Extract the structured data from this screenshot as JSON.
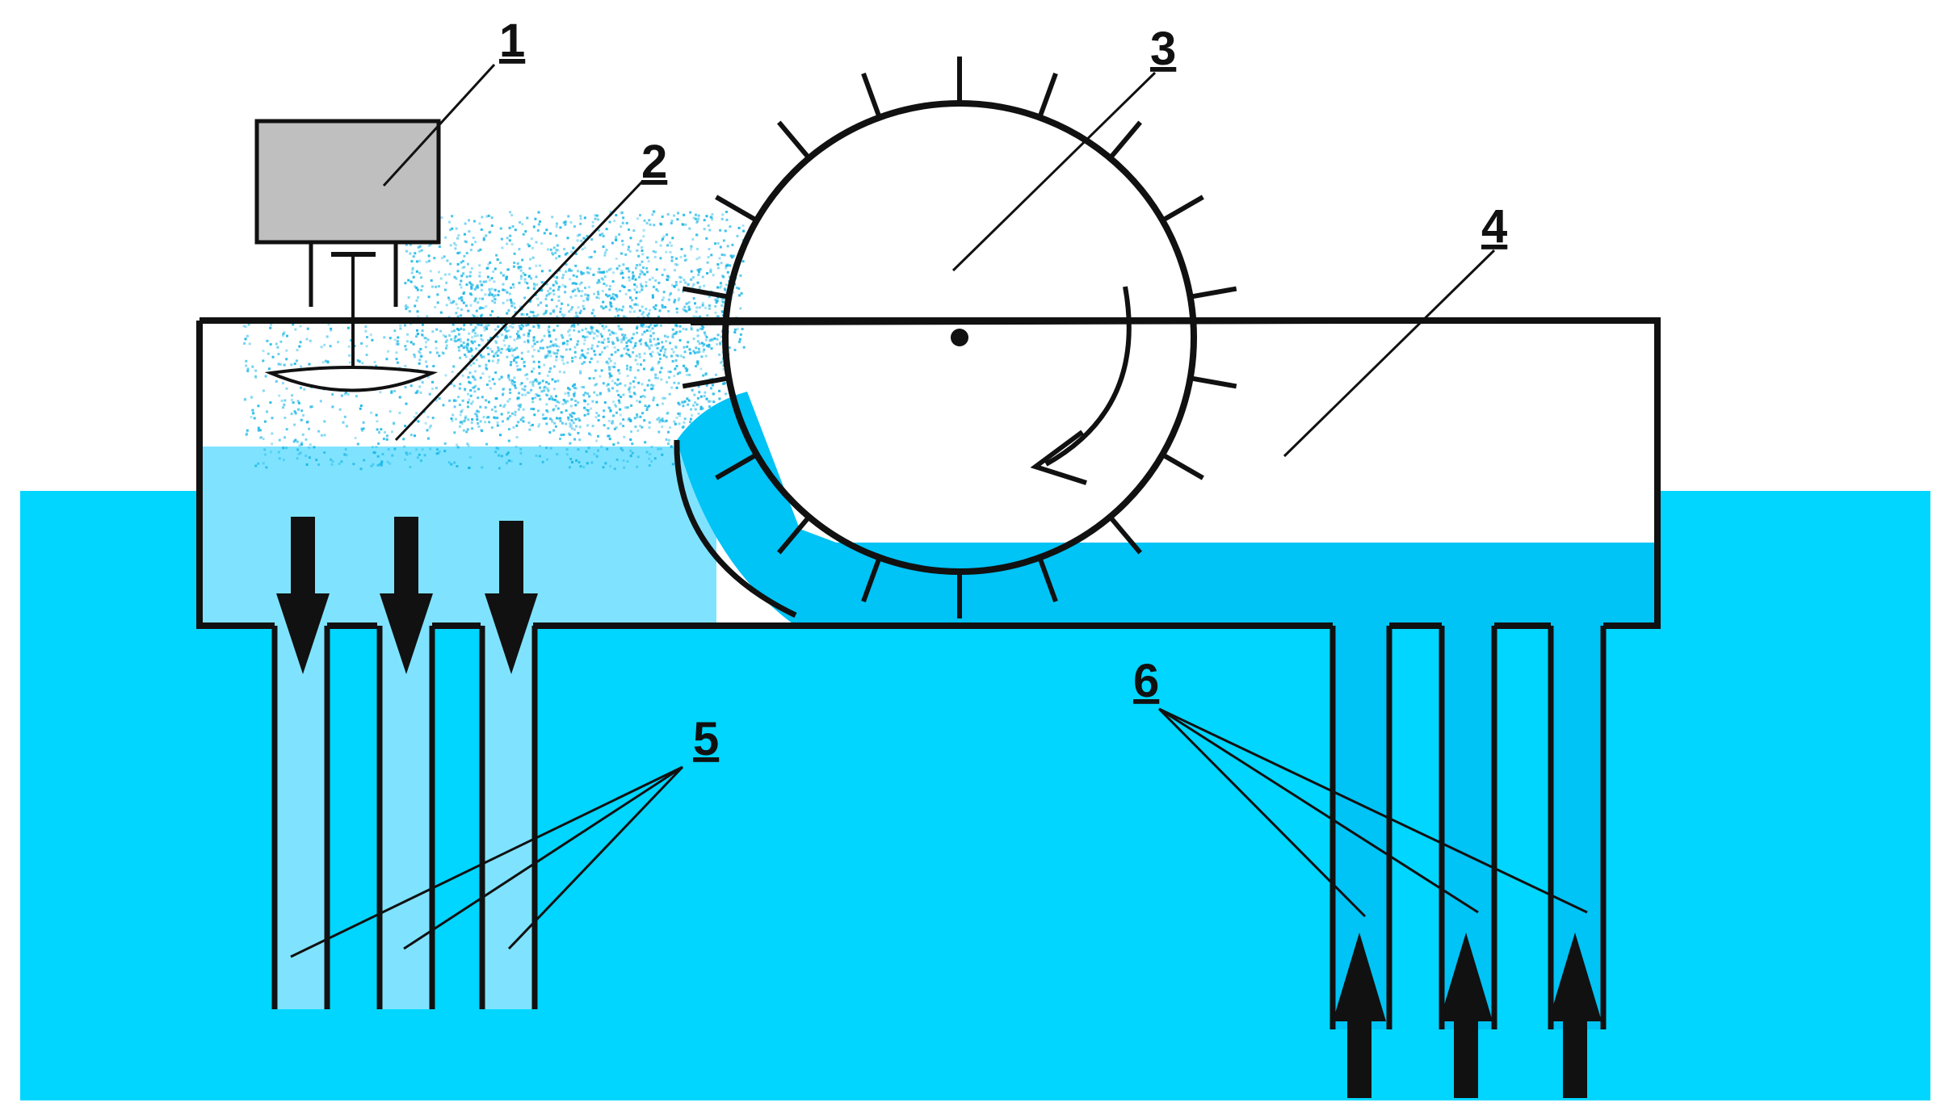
{
  "colors": {
    "sea": "#00d6ff",
    "chamber_water": "#7fe3ff",
    "deep_water": "#00c3f6",
    "spray": "#19b6e6",
    "motor": "#bfbfbf",
    "outline": "#111111",
    "background": "#ffffff"
  },
  "labels": [
    {
      "id": "1",
      "text": "1"
    },
    {
      "id": "2",
      "text": "2"
    },
    {
      "id": "3",
      "text": "3"
    },
    {
      "id": "4",
      "text": "4"
    },
    {
      "id": "5",
      "text": "5"
    },
    {
      "id": "6",
      "text": "6"
    }
  ],
  "icons": {
    "motor": "motor-icon",
    "atomizer": "atomizer-disc-icon",
    "wheel": "paddle-wheel-icon",
    "rotation": "rotation-arrow-icon",
    "outflow": "down-arrow-icon",
    "inflow": "up-arrow-icon"
  }
}
